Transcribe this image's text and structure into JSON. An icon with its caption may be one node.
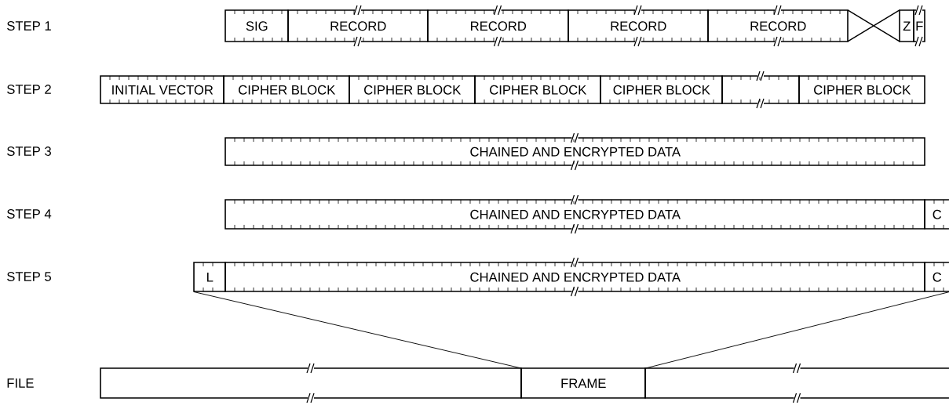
{
  "diagram": {
    "nodes": [
      {
        "text": [
          "SIG"
        ]
      },
      {
        "text": [
          "RECORD"
        ]
      },
      {
        "text": [
          "RECORD"
        ]
      },
      {
        "text": [
          "RECORD"
        ]
      },
      {
        "text": [
          "RECORD"
        ]
      },
      {
        "text": [
          "Z"
        ]
      },
      {
        "text": [
          "F"
        ]
      },
      {
        "text": [
          "INITIAL VECTOR"
        ]
      },
      {
        "text": [
          "CIPHER BLOCK"
        ]
      },
      {
        "text": [
          "CIPHER BLOCK"
        ]
      },
      {
        "text": [
          "CIPHER BLOCK"
        ]
      },
      {
        "text": [
          "CIPHER BLOCK"
        ]
      },
      {
        "text": [],
        "shape": "box"
      },
      {
        "text": [
          "CIPHER BLOCK"
        ]
      },
      {
        "text": [
          "CHAINED AND ENCRYPTED DATA"
        ]
      },
      {
        "text": [
          "CHAINED AND ENCRYPTED DATA"
        ]
      },
      {
        "text": [
          "C"
        ]
      },
      {
        "text": [
          "L"
        ]
      },
      {
        "text": [
          "CHAINED AND ENCRYPTED DATA"
        ]
      },
      {
        "text": [
          "C"
        ]
      },
      {
        "text": [],
        "shape": "box"
      },
      {
        "text": [
          "FRAME"
        ]
      },
      {
        "text": [],
        "shape": "box"
      }
    ],
    "edges": [
      {
        "from": 17,
        "to": 21,
        "arrow": "none"
      },
      {
        "from": 19,
        "to": 21,
        "arrow": "none"
      }
    ],
    "labels": [
      "STEP 1",
      "STEP 2",
      "STEP 3",
      "STEP 4",
      "STEP 5",
      "FILE"
    ]
  }
}
